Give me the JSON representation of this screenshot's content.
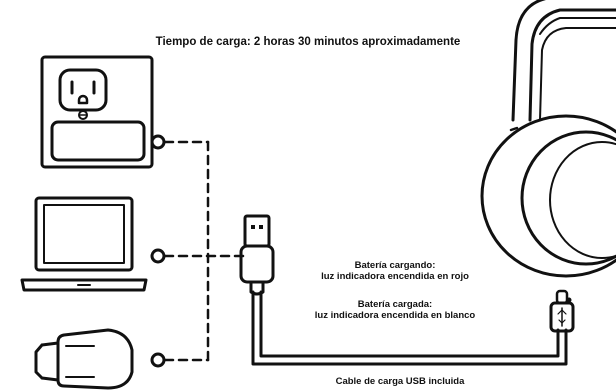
{
  "title": "Tiempo de carga: 2 horas 30 minutos aproximadamente",
  "status_charging": {
    "line1": "Batería cargando:",
    "line2": "luz indicadora encendida en rojo"
  },
  "status_charged": {
    "line1": "Batería cargada:",
    "line2": "luz indicadora encendida en blanco"
  },
  "cable_label": "Cable de carga USB incluida",
  "icons": [
    "wall-outlet-icon",
    "wall-adapter-icon",
    "laptop-icon",
    "car-charger-icon",
    "usb-a-plug-icon",
    "usb-c-plug-icon",
    "headphones-icon"
  ],
  "colors": {
    "line": "#111111",
    "headphone_fill": "#ffffff"
  }
}
